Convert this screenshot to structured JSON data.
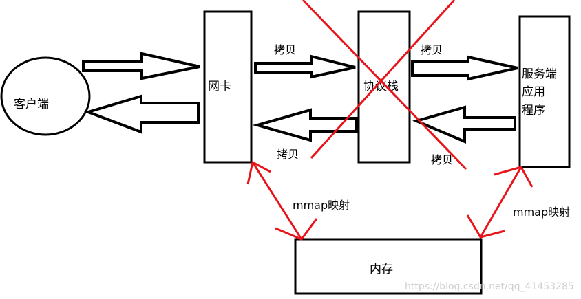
{
  "nodes": {
    "client": "客户端",
    "nic": "网卡",
    "protocol_stack": "协议栈",
    "server_app_line1": "服务端",
    "server_app_line2": "应用",
    "server_app_line3": "程序",
    "memory": "内存"
  },
  "edge_labels": {
    "copy_nic_to_stack": "拷贝",
    "copy_stack_to_nic": "拷贝",
    "copy_stack_to_app": "拷贝",
    "copy_app_to_stack": "拷贝",
    "mmap_left": "mmap映射",
    "mmap_right": "mmap映射"
  },
  "watermark": "https://blog.csdn.net/qq_41453285",
  "colors": {
    "stroke": "#000000",
    "cross": "#e8141b",
    "mmap_arrow": "#e8141b",
    "watermark": "#cfcfcf"
  }
}
